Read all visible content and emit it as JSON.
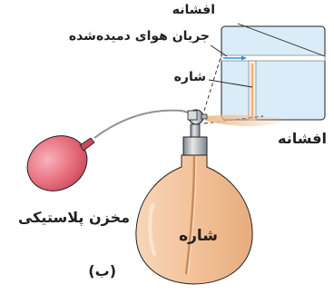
{
  "labels": {
    "nozzle_top": "افشانه",
    "blown_air_stream": "جریان هوای دمیده‌شده",
    "fluid_inset": "شاره",
    "spray_side": "افشانه",
    "plastic_bulb": "مخزن پلاستیکی",
    "fluid_bottle": "شاره",
    "part_letter": "(ب)"
  },
  "colors": {
    "bulb": "#e86f7e",
    "bottle_fill": "#f4c6a0",
    "liquid": "#f0b07c",
    "metal": "#9aa3ab",
    "inset_fill": "#d9ecf7",
    "air_arrow": "#2f8fd6",
    "outline": "#231f20"
  }
}
